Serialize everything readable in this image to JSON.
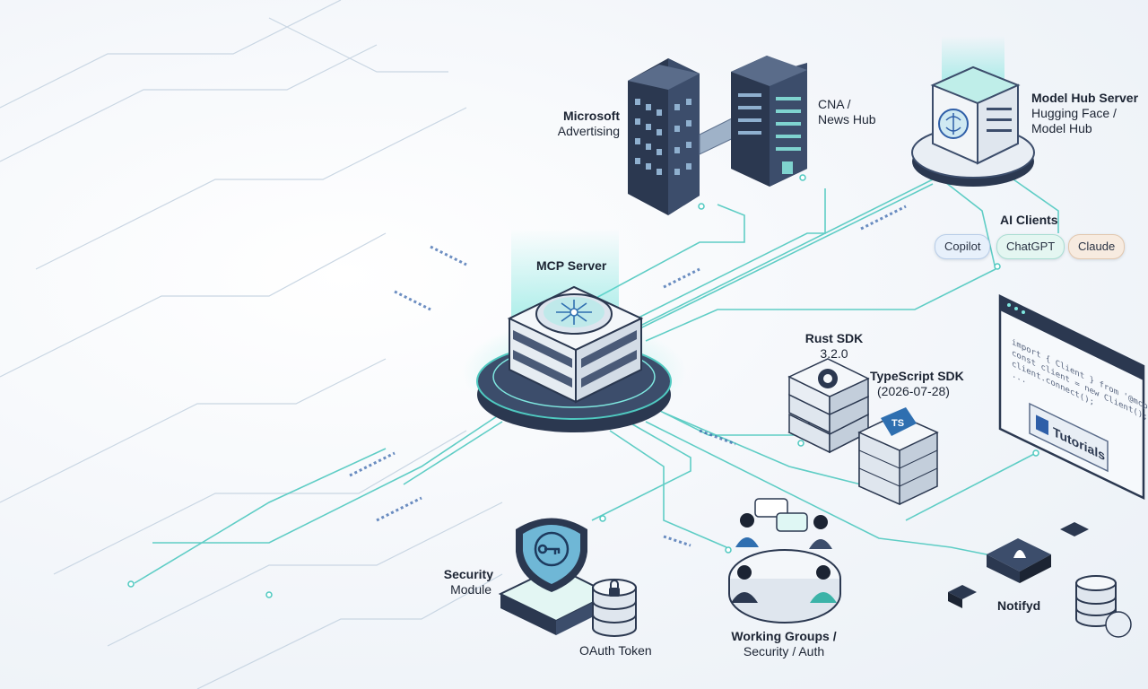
{
  "labels": {
    "microsoft_advertising": [
      "Microsoft",
      "Advertising"
    ],
    "cna_news_hub": [
      "CNA /",
      "News Hub"
    ],
    "model_hub_server": [
      "Model Hub Server",
      "Hugging Face /",
      "Model Hub"
    ],
    "ai_clients": "AI Clients",
    "mcp_server": "MCP Server",
    "rust_sdk": [
      "Rust SDK",
      "3.2.0"
    ],
    "typescript_sdk": [
      "TypeScript SDK",
      "(2026-07-28)"
    ],
    "security_module": [
      "Security",
      "Module"
    ],
    "oauth_token": "OAuth Token",
    "working_groups": [
      "Working Groups /",
      "Security / Auth"
    ],
    "notifyd": "Notifyd",
    "ts_badge": "TS",
    "tutorials": "Tutorials"
  },
  "clients": [
    "Copilot",
    "ChatGPT",
    "Claude"
  ],
  "code_lines": [
    "import { Client } from '@mcp/sdk';",
    "const client = new Client();",
    "client.connect();",
    "..."
  ],
  "colors": {
    "accent": "#3cc6c0",
    "dark": "#2b3850",
    "building": "#34435e",
    "copilot": "#e7f0fb",
    "chatgpt": "#e4f6f1",
    "claude": "#f7ebe0"
  }
}
